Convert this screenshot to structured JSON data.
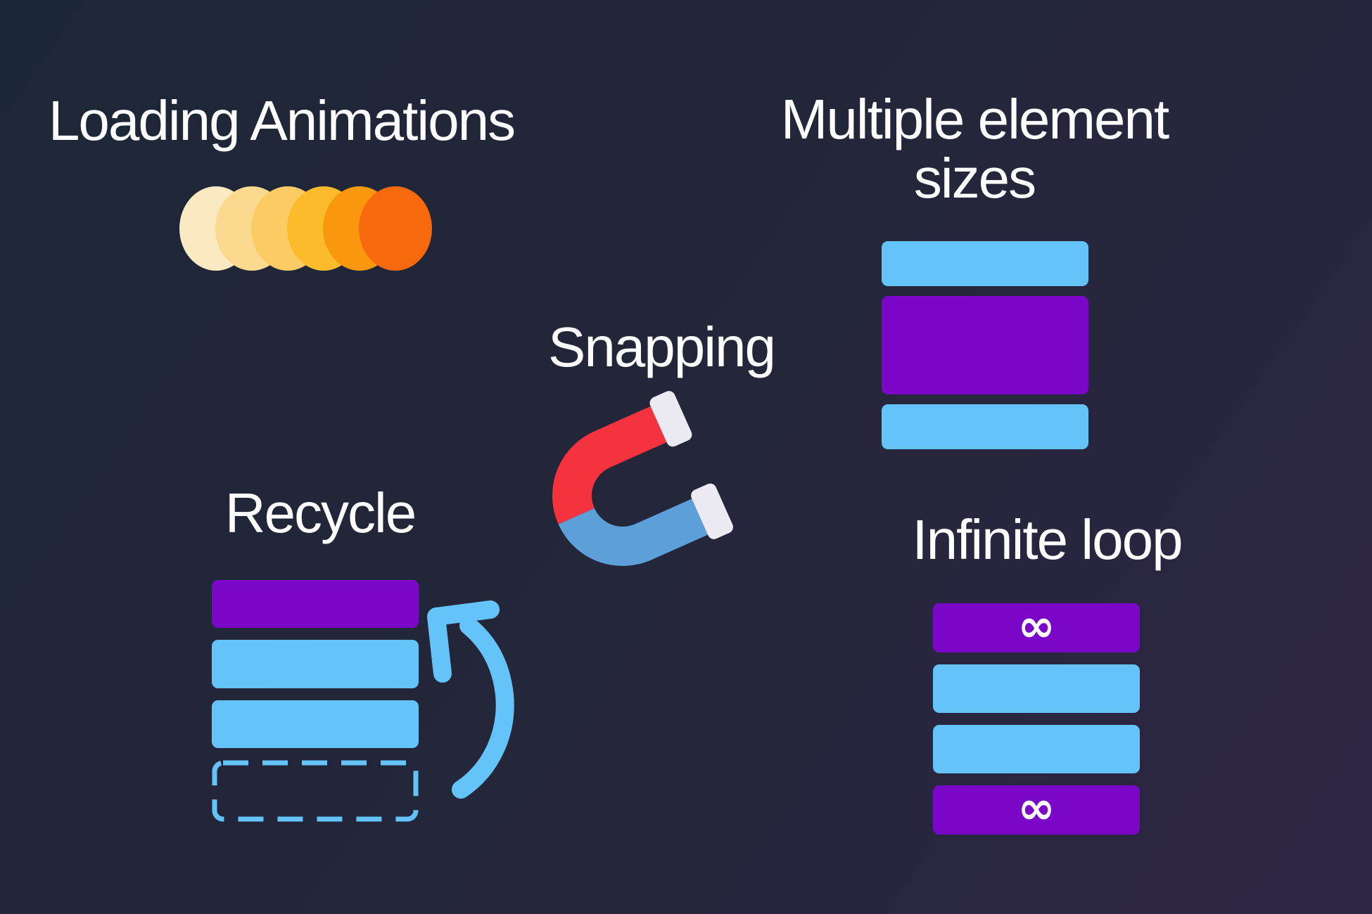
{
  "background": {
    "gradient_top_left": "#1c2736",
    "gradient_bottom_right": "#2d2544"
  },
  "palette": {
    "text": "#fdfdfe",
    "block_blue": "#64c3f9",
    "block_purple": "#7b07c9",
    "arrow_blue": "#64c3f9",
    "dashed_blue": "#64c3f9",
    "magnet_red": "#f5333f",
    "magnet_blue": "#5c9fd9",
    "magnet_tip": "#eceaf3",
    "infinity_color": "#ffffff"
  },
  "sections": {
    "loading": {
      "title": "Loading Animations",
      "circle_colors": [
        "#fbeac1",
        "#fbd98e",
        "#fccb64",
        "#fbbb2b",
        "#f9980d",
        "#f8680c"
      ]
    },
    "sizes": {
      "title": "Multiple element\nsizes",
      "blocks": [
        {
          "color": "blue",
          "h": 64
        },
        {
          "color": "purple",
          "h": 140
        },
        {
          "color": "blue",
          "h": 64
        }
      ]
    },
    "snapping": {
      "title": "Snapping"
    },
    "recycle": {
      "title": "Recycle",
      "blocks": [
        {
          "color": "purple",
          "h": 68
        },
        {
          "color": "blue",
          "h": 69
        },
        {
          "color": "blue",
          "h": 68
        },
        {
          "style": "dashed",
          "h": 88
        }
      ]
    },
    "infinite": {
      "title": "Infinite loop",
      "blocks": [
        {
          "color": "purple",
          "h": 70,
          "label": "∞"
        },
        {
          "color": "blue",
          "h": 69
        },
        {
          "color": "blue",
          "h": 69
        },
        {
          "color": "purple",
          "h": 70,
          "label": "∞"
        }
      ]
    }
  }
}
